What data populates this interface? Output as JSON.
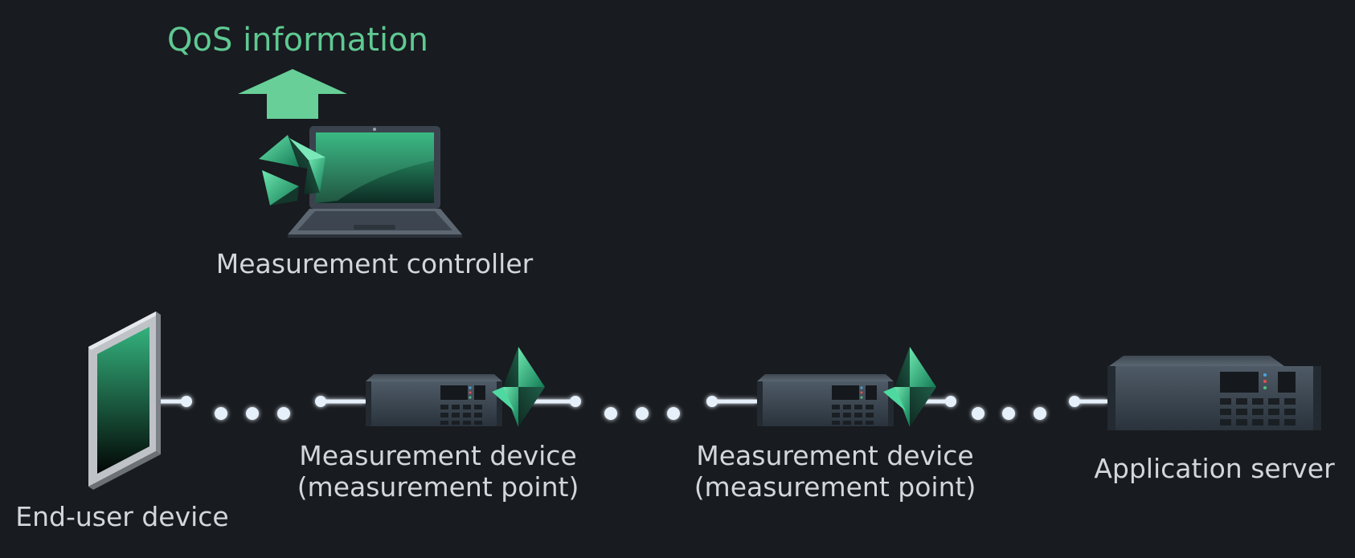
{
  "qos": {
    "label": "QoS information"
  },
  "nodes": {
    "controller": {
      "label": "Measurement controller"
    },
    "end_user": {
      "label": "End-user device"
    },
    "device1": {
      "line1": "Measurement device",
      "line2": "(measurement point)"
    },
    "device2": {
      "line1": "Measurement device",
      "line2": "(measurement point)"
    },
    "server": {
      "label": "Application server"
    }
  },
  "colors": {
    "background": "#181b1f",
    "accent": "#5fc993",
    "label": "#d3d6da",
    "link": "#e6f0fa",
    "link_glow": "#4a86c4"
  },
  "icons": {
    "qos_arrow": "up-arrow-icon",
    "controller": "laptop-icon",
    "agent": "crystal-shards-icon",
    "end_user": "tablet-icon",
    "device": "rack-device-icon",
    "server": "rack-server-icon"
  }
}
